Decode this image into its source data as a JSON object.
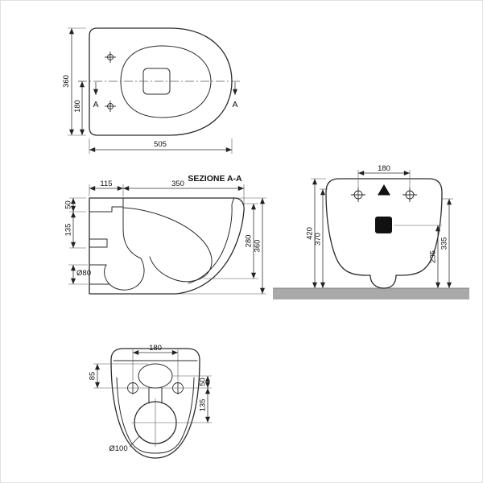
{
  "colors": {
    "floor": "#a9a9a9",
    "line": "#2b2b2b",
    "marker_black": "#111111"
  },
  "views": {
    "top": {
      "section_letter": "A",
      "dim_width": "360",
      "dim_half_width": "180",
      "dim_length": "505"
    },
    "section": {
      "title": "SEZIONE A-A",
      "dim_back_depth": "115",
      "dim_front_depth": "350",
      "dim_rim_drop": "50",
      "dim_back_height": "135",
      "dim_outlet": "Ø80",
      "dim_inner_height": "280",
      "dim_total_height": "360"
    },
    "rear": {
      "dim_hole_spacing": "180",
      "dim_total_height": "420",
      "dim_inlet_height": "370",
      "dim_side_height": "335",
      "dim_outlet_height": "235"
    },
    "bottom": {
      "dim_hole_spacing": "180",
      "dim_back_offset": "85",
      "dim_side_top": "50",
      "dim_side_bottom": "135",
      "dim_outlet": "Ø100"
    }
  }
}
